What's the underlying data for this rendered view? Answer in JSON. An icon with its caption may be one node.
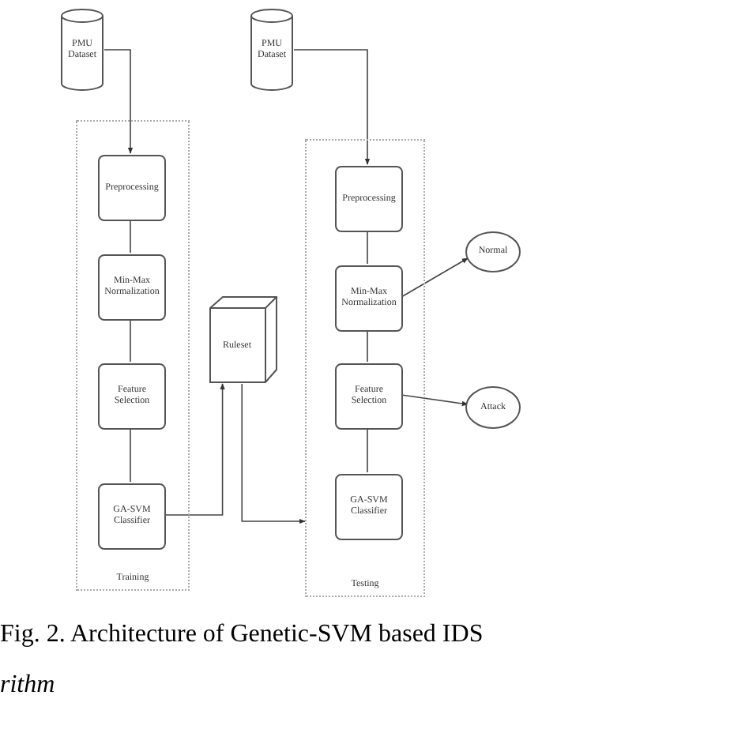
{
  "diagram": {
    "caption": "Fig. 2. Architecture of Genetic-SVM based IDS",
    "nodes": [
      {
        "text": [
          "PMU Dataset"
        ]
      },
      {
        "text": [
          "Training"
        ]
      },
      {
        "text": [
          "Preprocessing"
        ],
        "in": 1
      },
      {
        "text": [
          "Min-Max Normalization"
        ],
        "in": 1
      },
      {
        "text": [
          "Feature Selection"
        ],
        "in": 1
      },
      {
        "text": [
          "GA-SVM Classifier"
        ],
        "in": 1
      },
      {
        "text": [
          "Ruleset"
        ]
      },
      {
        "text": [
          "PMU Dataset"
        ]
      },
      {
        "text": [
          "Testing"
        ]
      },
      {
        "text": [
          "Preprocessing"
        ],
        "in": 8
      },
      {
        "text": [
          "Min-Max Normalization"
        ],
        "in": 8
      },
      {
        "text": [
          "Feature Selection"
        ],
        "in": 8
      },
      {
        "text": [
          "GA-SVM Classifier"
        ],
        "in": 8
      },
      {
        "text": [
          "Normal"
        ]
      },
      {
        "text": [
          "Attack"
        ]
      }
    ],
    "edges": [
      {
        "from": 0,
        "to": 2,
        "arrow": "to"
      },
      {
        "from": 2,
        "to": 3,
        "arrow": "none"
      },
      {
        "from": 3,
        "to": 4,
        "arrow": "none"
      },
      {
        "from": 4,
        "to": 5,
        "arrow": "none"
      },
      {
        "from": 5,
        "to": 6,
        "arrow": "to"
      },
      {
        "from": 6,
        "to": 8,
        "arrow": "to"
      },
      {
        "from": 7,
        "to": 9,
        "arrow": "to"
      },
      {
        "from": 9,
        "to": 10,
        "arrow": "none"
      },
      {
        "from": 10,
        "to": 11,
        "arrow": "none"
      },
      {
        "from": 11,
        "to": 12,
        "arrow": "none"
      },
      {
        "from": 10,
        "to": 13,
        "arrow": "to"
      },
      {
        "from": 11,
        "to": 14,
        "arrow": "to"
      }
    ],
    "labels": [
      "rithm"
    ]
  }
}
